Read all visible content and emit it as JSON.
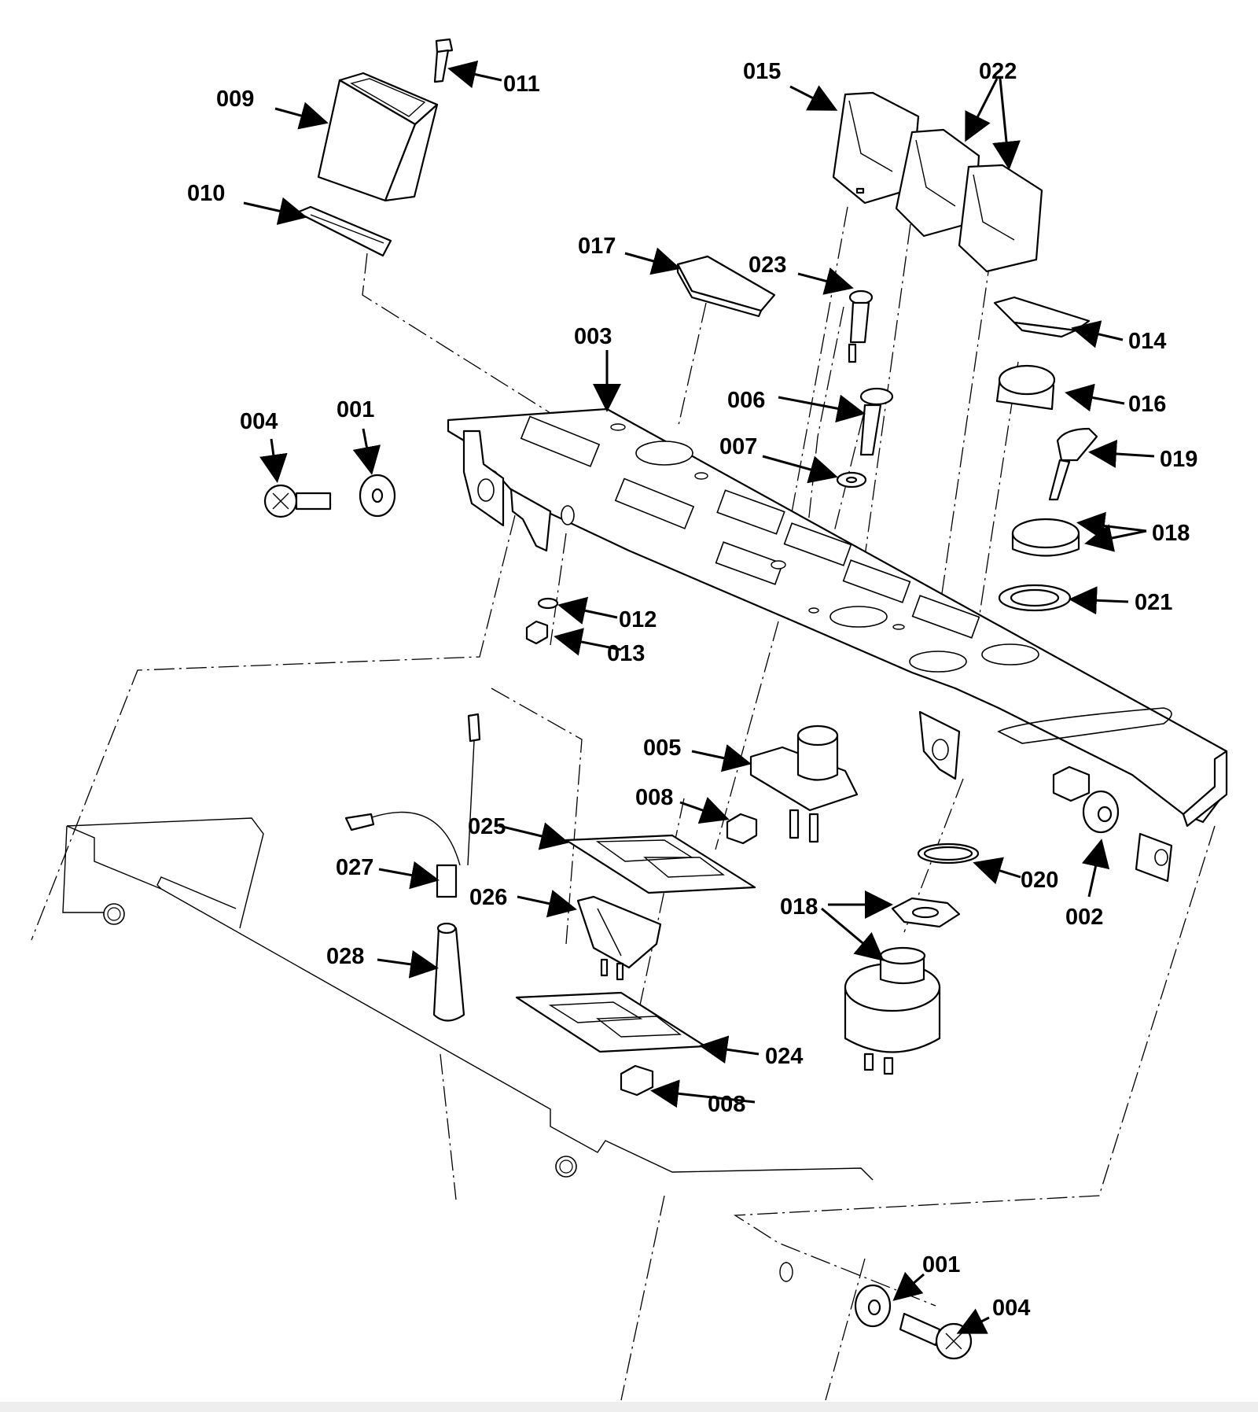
{
  "diagram": {
    "callouts": [
      {
        "id": "c001a",
        "text": "001"
      },
      {
        "id": "c001b",
        "text": "001"
      },
      {
        "id": "c002",
        "text": "002"
      },
      {
        "id": "c003",
        "text": "003"
      },
      {
        "id": "c004a",
        "text": "004"
      },
      {
        "id": "c004b",
        "text": "004"
      },
      {
        "id": "c005",
        "text": "005"
      },
      {
        "id": "c006",
        "text": "006"
      },
      {
        "id": "c007",
        "text": "007"
      },
      {
        "id": "c008a",
        "text": "008"
      },
      {
        "id": "c008b",
        "text": "008"
      },
      {
        "id": "c009",
        "text": "009"
      },
      {
        "id": "c010",
        "text": "010"
      },
      {
        "id": "c011",
        "text": "011"
      },
      {
        "id": "c012",
        "text": "012"
      },
      {
        "id": "c013",
        "text": "013"
      },
      {
        "id": "c014",
        "text": "014"
      },
      {
        "id": "c015",
        "text": "015"
      },
      {
        "id": "c016",
        "text": "016"
      },
      {
        "id": "c017",
        "text": "017"
      },
      {
        "id": "c018a",
        "text": "018"
      },
      {
        "id": "c018b",
        "text": "018"
      },
      {
        "id": "c019",
        "text": "019"
      },
      {
        "id": "c020",
        "text": "020"
      },
      {
        "id": "c021",
        "text": "021"
      },
      {
        "id": "c022",
        "text": "022"
      },
      {
        "id": "c023",
        "text": "023"
      },
      {
        "id": "c024",
        "text": "024"
      },
      {
        "id": "c025",
        "text": "025"
      },
      {
        "id": "c026",
        "text": "026"
      },
      {
        "id": "c027",
        "text": "027"
      },
      {
        "id": "c028",
        "text": "028"
      }
    ]
  }
}
